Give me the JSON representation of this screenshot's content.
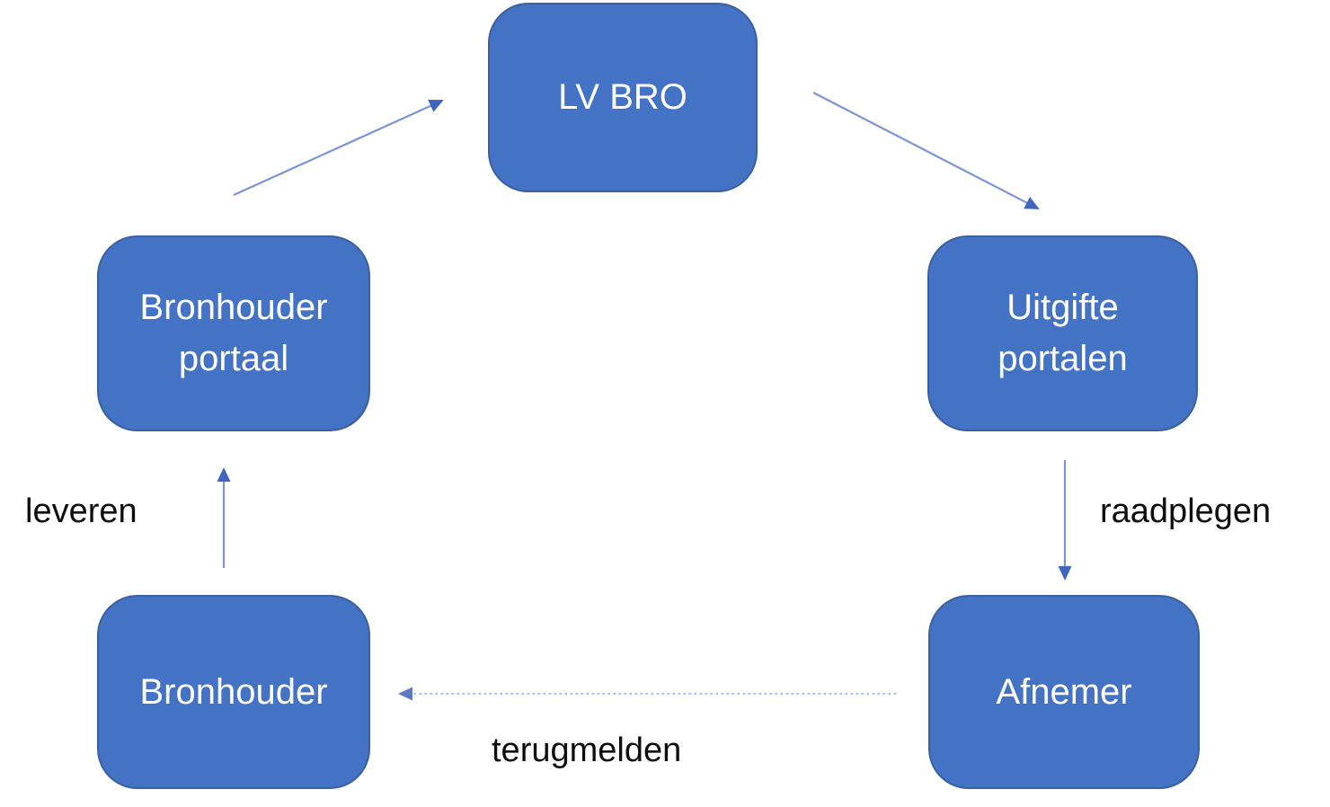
{
  "diagram": {
    "nodes": [
      {
        "id": "lv-bro",
        "label": "LV BRO"
      },
      {
        "id": "bronhouder-portaal",
        "label": "Bronhouder portaal"
      },
      {
        "id": "uitgifte-portalen",
        "label": "Uitgifte portalen"
      },
      {
        "id": "bronhouder",
        "label": "Bronhouder"
      },
      {
        "id": "afnemer",
        "label": "Afnemer"
      }
    ],
    "edges": [
      {
        "from": "bronhouder-portaal",
        "to": "lv-bro",
        "label": "",
        "style": "solid"
      },
      {
        "from": "lv-bro",
        "to": "uitgifte-portalen",
        "label": "",
        "style": "solid"
      },
      {
        "from": "uitgifte-portalen",
        "to": "afnemer",
        "label": "raadplegen",
        "style": "solid"
      },
      {
        "from": "afnemer",
        "to": "bronhouder",
        "label": "terugmelden",
        "style": "dashed"
      },
      {
        "from": "bronhouder",
        "to": "bronhouder-portaal",
        "label": "leveren",
        "style": "solid"
      }
    ],
    "colors": {
      "background": "#FFFFFF",
      "node_fill": "#4472C4",
      "node_border": "#39609F",
      "node_text": "#FFFFFF",
      "arrow_line": "#7B94D6",
      "arrow_head": "#3E66BE",
      "arrow_dashed_line": "#8FA6DC",
      "arrow_dashed_head": "#5C7BC4",
      "label_text": "#0D0D0D"
    }
  }
}
